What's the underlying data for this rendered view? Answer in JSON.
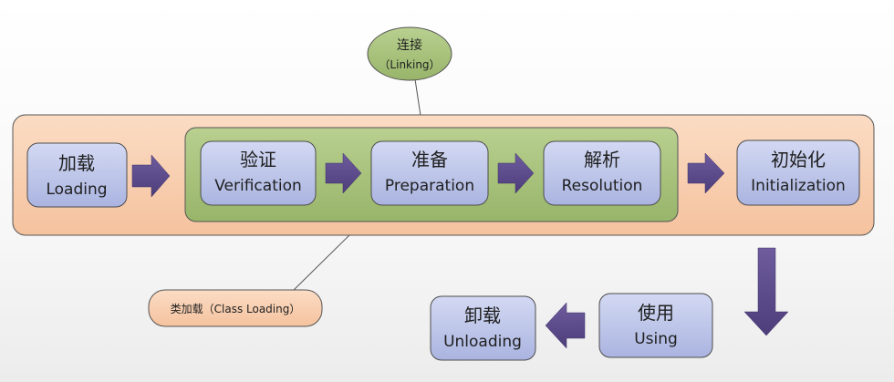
{
  "linking_callout": {
    "line1": "连接",
    "line2": "（Linking）"
  },
  "class_loading_callout": {
    "label": "类加载（Class Loading）"
  },
  "stages": {
    "loading": {
      "zh": "加载",
      "en": "Loading"
    },
    "verification": {
      "zh": "验证",
      "en": "Verification"
    },
    "preparation": {
      "zh": "准备",
      "en": "Preparation"
    },
    "resolution": {
      "zh": "解析",
      "en": "Resolution"
    },
    "initialization": {
      "zh": "初始化",
      "en": "Initialization"
    },
    "using": {
      "zh": "使用",
      "en": "Using"
    },
    "unloading": {
      "zh": "卸载",
      "en": "Unloading"
    }
  },
  "colors": {
    "class_loading_fill": "#f9d2b4",
    "linking_fill": "#a9c47f",
    "stage_fill": "#b8c1e6",
    "stage_stroke": "#4d4d4d",
    "arrow": "#5b4a8a"
  }
}
